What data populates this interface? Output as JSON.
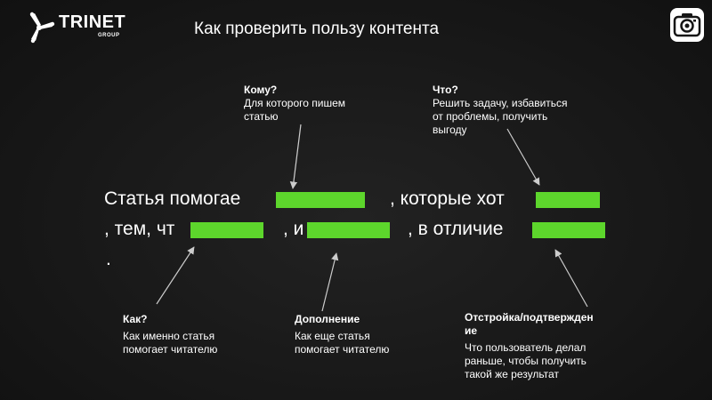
{
  "header": {
    "logo_name": "TRINET",
    "logo_sub": "GROUP",
    "title": "Как проверить пользу контента",
    "camera_icon": "camera-icon"
  },
  "notes": {
    "komu": {
      "heading": "Кому?",
      "line1": "Для которого пишем",
      "line2": "статью"
    },
    "chto": {
      "heading": "Что?",
      "line1": "Решить задачу, избавиться",
      "line2": "от проблемы, получить",
      "line3": "выгоду"
    },
    "kak": {
      "heading": "Как?",
      "line1": "Как именно статья",
      "line2": "помогает читателю"
    },
    "dopolnenie": {
      "heading": "Дополнение",
      "line1": "Как еще статья",
      "line2": "помогает читателю"
    },
    "otstroika": {
      "heading1": "Отстройка/подтвержден",
      "heading2": "ие",
      "line1": "Что пользователь делал",
      "line2": "раньше, чтобы получить",
      "line3": "такой же результат"
    }
  },
  "sentence": {
    "part1": "Статья помогае",
    "part2": ", которые хот",
    "part3": ", тем, чт",
    "part4": ", и",
    "part5": ", в отличие",
    "part6": "."
  },
  "colors": {
    "background": "#161616",
    "text": "#ffffff",
    "blank_fill": "#5dd62c",
    "arrow": "#cccccc"
  }
}
